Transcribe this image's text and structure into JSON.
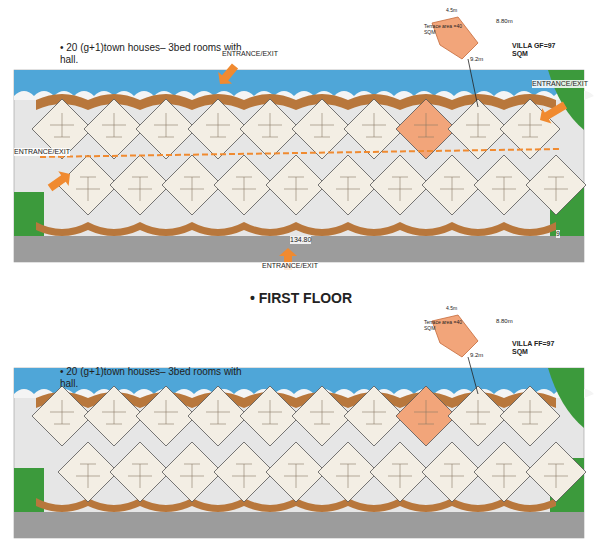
{
  "diagram": {
    "labels": [
      "• 20 (g+1)town houses– 3bed rooms with hall.",
      "ENTRANCE/EXIT",
      "ENTRANCE/EXIT",
      "ENTRANCE/EXIT",
      "ENTRANCE/EXIT",
      "134.80",
      "Terrace area =40 SQM",
      "4.5m",
      "8.80m",
      "9.2m",
      "VILLA GF=97 SQM",
      "• FIRST FLOOR",
      "• 20 (g+1)town houses– 3bed rooms with hall.",
      "Terrace area =40 SQM",
      "4.5m",
      "8.80m",
      "9.2m",
      "VILLA FF=97 SQM",
      "9"
    ]
  }
}
